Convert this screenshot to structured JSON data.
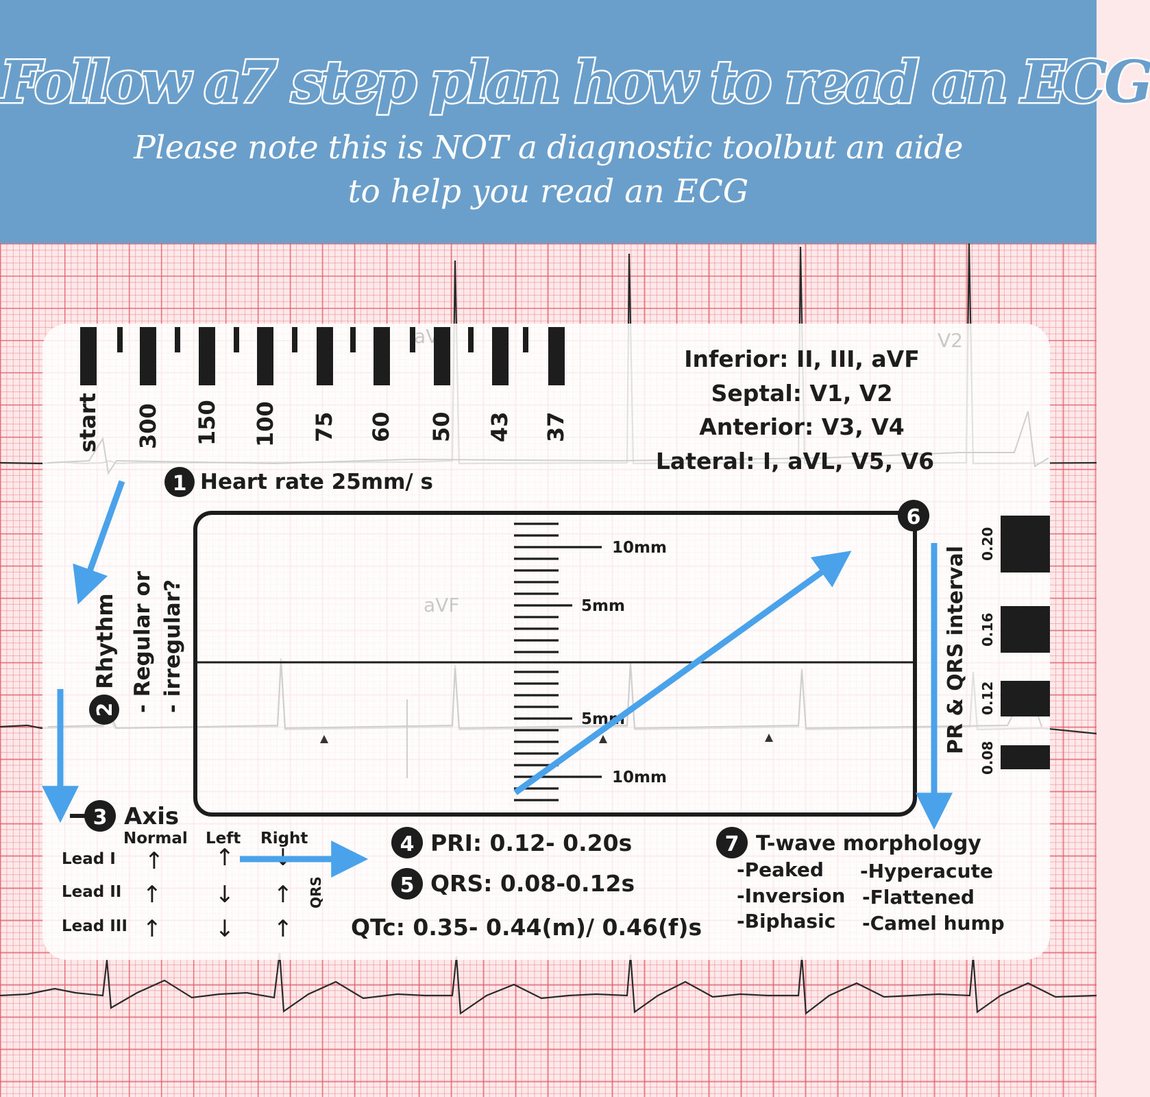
{
  "banner": {
    "title": "Follow a7 step plan how to read an ECG",
    "subtitle_line1": "Please note this is NOT a diagnostic toolbut an aide",
    "subtitle_line2": "to help you read an ECG",
    "bg_color": "#6a9ecb"
  },
  "colors": {
    "arrow": "#4aa3ea",
    "ink": "#1d1d1d",
    "grid": "#e8707a"
  },
  "heart_rate_ruler": {
    "labels": [
      "start",
      "300",
      "150",
      "100",
      "75",
      "60",
      "50",
      "43",
      "37"
    ],
    "step_label": "Heart rate 25mm/ s",
    "step_number": "1"
  },
  "leads": {
    "inferior": "Inferior: II, III, aVF",
    "septal": "Septal: V1, V2",
    "anterior": "Anterior: V3, V4",
    "lateral": "Lateral: I, aVL, V5, V6"
  },
  "rhythm": {
    "step_number": "2",
    "title": "Rhythm",
    "line2": "- Regular or",
    "line3": "- irregular?"
  },
  "amplitude_box": {
    "step_number": "6",
    "labels": [
      "10mm",
      "5mm",
      "5mm",
      "10mm"
    ]
  },
  "interval_ruler": {
    "title": "PR & QRS interval",
    "labels": [
      "0.20",
      "0.16",
      "0.12",
      "0.08"
    ]
  },
  "axis": {
    "step_number": "3",
    "title": "Axis",
    "columns": [
      "Normal",
      "Left",
      "Right"
    ],
    "rows": [
      "Lead I",
      "Lead II",
      "Lead III"
    ],
    "qrs_label": "QRS"
  },
  "intervals": {
    "pri_number": "4",
    "pri": "PRI: 0.12- 0.20s",
    "qrs_number": "5",
    "qrs": "QRS: 0.08-0.12s",
    "qtc": "QTc: 0.35- 0.44(m)/ 0.46(f)s"
  },
  "t_wave": {
    "step_number": "7",
    "title": "T-wave morphology",
    "items": [
      "-Peaked",
      "-Hyperacute",
      "-Inversion",
      "-Flattened",
      "-Biphasic",
      "-Camel hump"
    ]
  },
  "trace_labels": [
    "aVL",
    "V2",
    "aVF"
  ]
}
